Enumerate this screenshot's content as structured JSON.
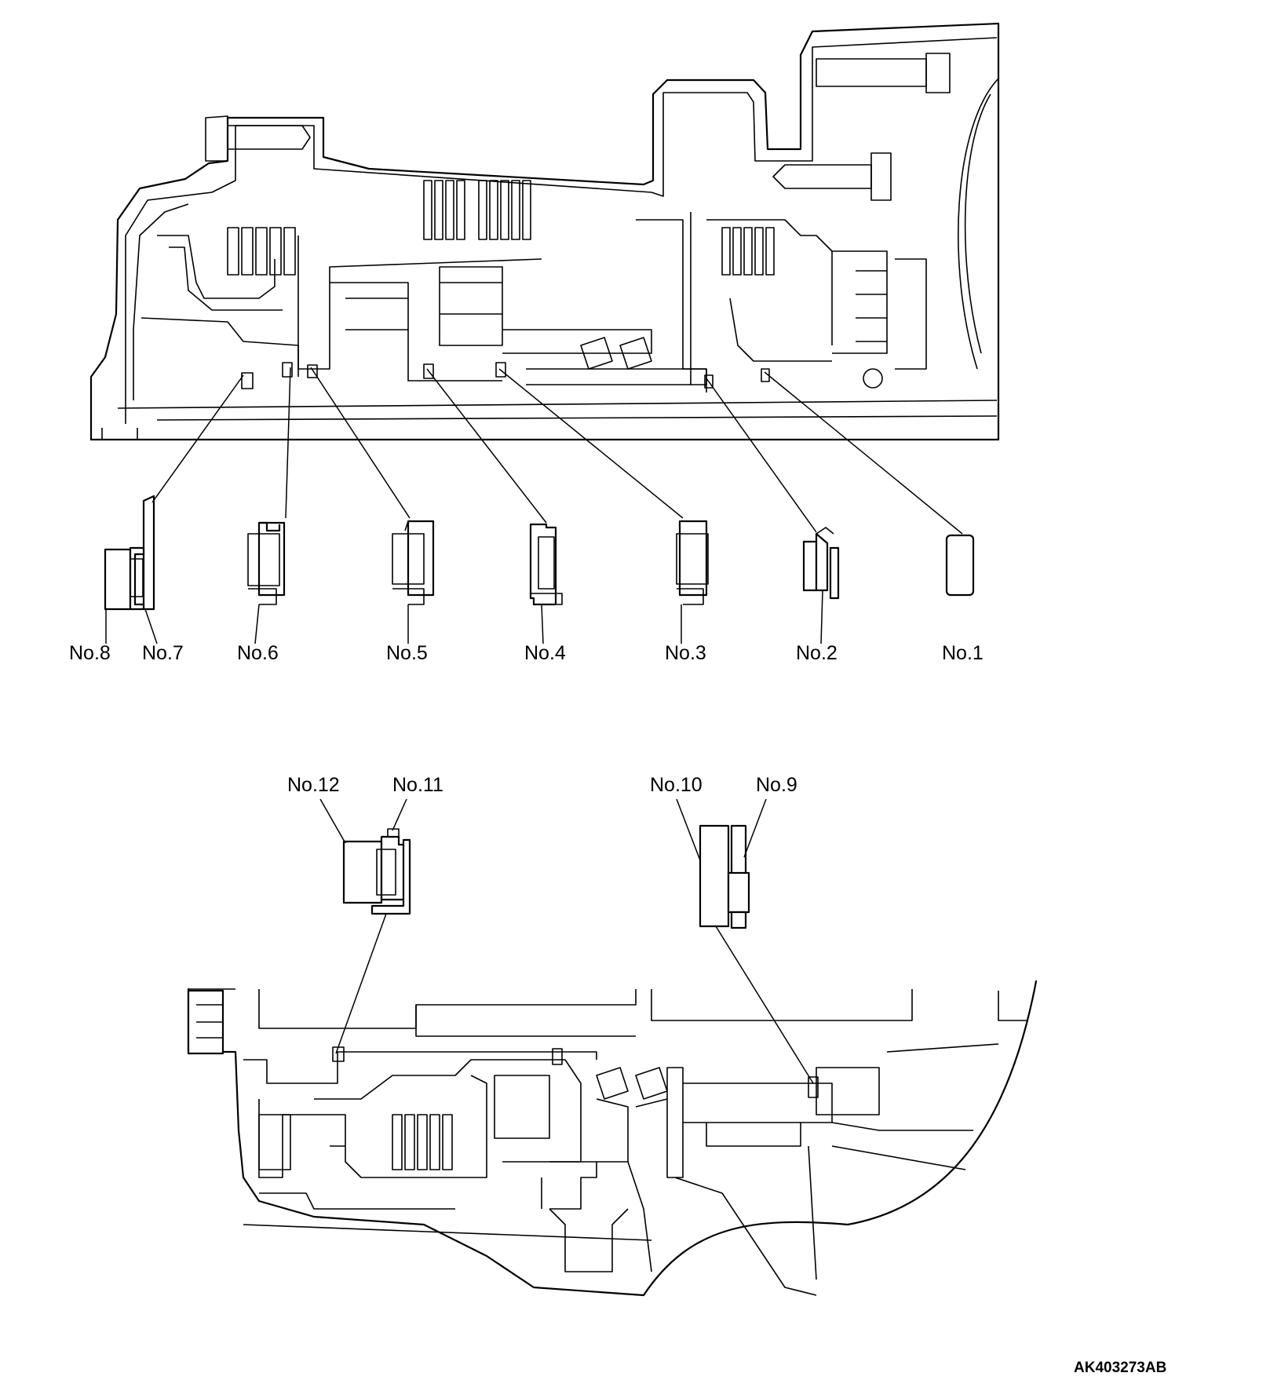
{
  "figure_code": "AK403273AB",
  "callouts": [
    {
      "id": "no8",
      "text": "No.8"
    },
    {
      "id": "no7",
      "text": "No.7"
    },
    {
      "id": "no6",
      "text": "No.6"
    },
    {
      "id": "no5",
      "text": "No.5"
    },
    {
      "id": "no4",
      "text": "No.4"
    },
    {
      "id": "no3",
      "text": "No.3"
    },
    {
      "id": "no2",
      "text": "No.2"
    },
    {
      "id": "no1",
      "text": "No.1"
    },
    {
      "id": "no12",
      "text": "No.12"
    },
    {
      "id": "no11",
      "text": "No.11"
    },
    {
      "id": "no10",
      "text": "No.10"
    },
    {
      "id": "no9",
      "text": "No.9"
    }
  ]
}
